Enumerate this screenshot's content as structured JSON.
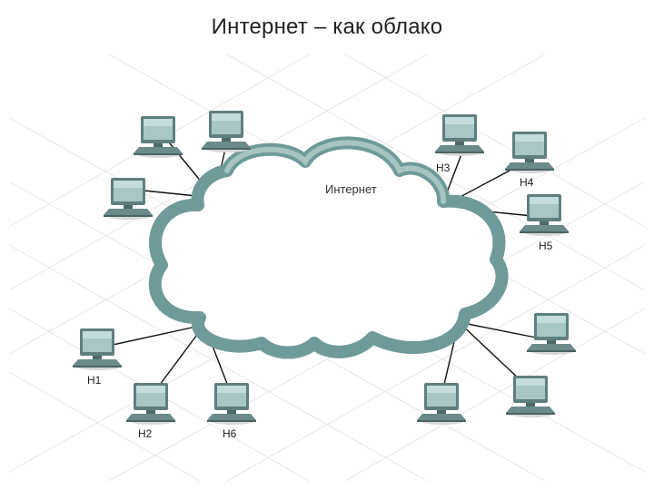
{
  "slide": {
    "title": "Интернет – как облако"
  },
  "cloud": {
    "label": "Интернет"
  },
  "hosts": {
    "h1": "H1",
    "h2": "H2",
    "h3": "H3",
    "h4": "H4",
    "h5": "H5",
    "h6": "H6"
  },
  "colors": {
    "cloud_stroke": "#6f9a9a",
    "cloud_stroke_light": "#a7c4c2",
    "monitor": "#7fa0a0",
    "monitor_dark": "#4f6e6e",
    "grid": "#e6e6e6",
    "link": "#111111"
  }
}
